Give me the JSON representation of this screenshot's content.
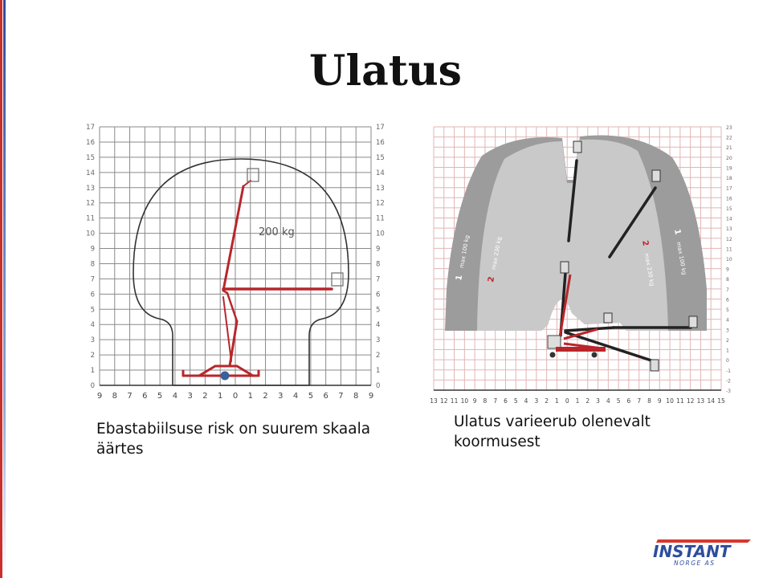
{
  "slide": {
    "title": "Ulatus",
    "left_caption": "Ebastabiilsuse risk on suurem skaala äärtes",
    "right_caption": "Ulatus varieerub olenevalt koormusest"
  },
  "left_diagram": {
    "load_label": "200 kg",
    "y_ticks": [
      "0",
      "1",
      "2",
      "3",
      "4",
      "5",
      "6",
      "7",
      "8",
      "9",
      "10",
      "11",
      "12",
      "13",
      "14",
      "15",
      "16",
      "17"
    ],
    "x_ticks": [
      "9",
      "8",
      "7",
      "6",
      "5",
      "4",
      "3",
      "2",
      "1",
      "0",
      "1",
      "2",
      "3",
      "4",
      "5",
      "6",
      "7",
      "8",
      "9"
    ],
    "boom_color": "#b8262b"
  },
  "right_diagram": {
    "y_ticks": [
      "-3",
      "-2",
      "-1",
      "0",
      "1",
      "2",
      "3",
      "4",
      "5",
      "6",
      "7",
      "8",
      "9",
      "10",
      "11",
      "12",
      "13",
      "14",
      "15",
      "16",
      "17",
      "18",
      "19",
      "20",
      "21",
      "22",
      "23"
    ],
    "x_ticks": [
      "13",
      "12",
      "11",
      "10",
      "9",
      "8",
      "7",
      "6",
      "5",
      "4",
      "3",
      "2",
      "1",
      "0",
      "1",
      "2",
      "3",
      "4",
      "5",
      "6",
      "7",
      "8",
      "9",
      "10",
      "11",
      "12",
      "13",
      "14",
      "15"
    ],
    "zones": [
      {
        "label": "max 100 kg",
        "people": "1"
      },
      {
        "label": "max 230 kg",
        "people": "2"
      }
    ]
  },
  "logo": {
    "brand": "INSTANT",
    "sub": "NORGE AS"
  }
}
